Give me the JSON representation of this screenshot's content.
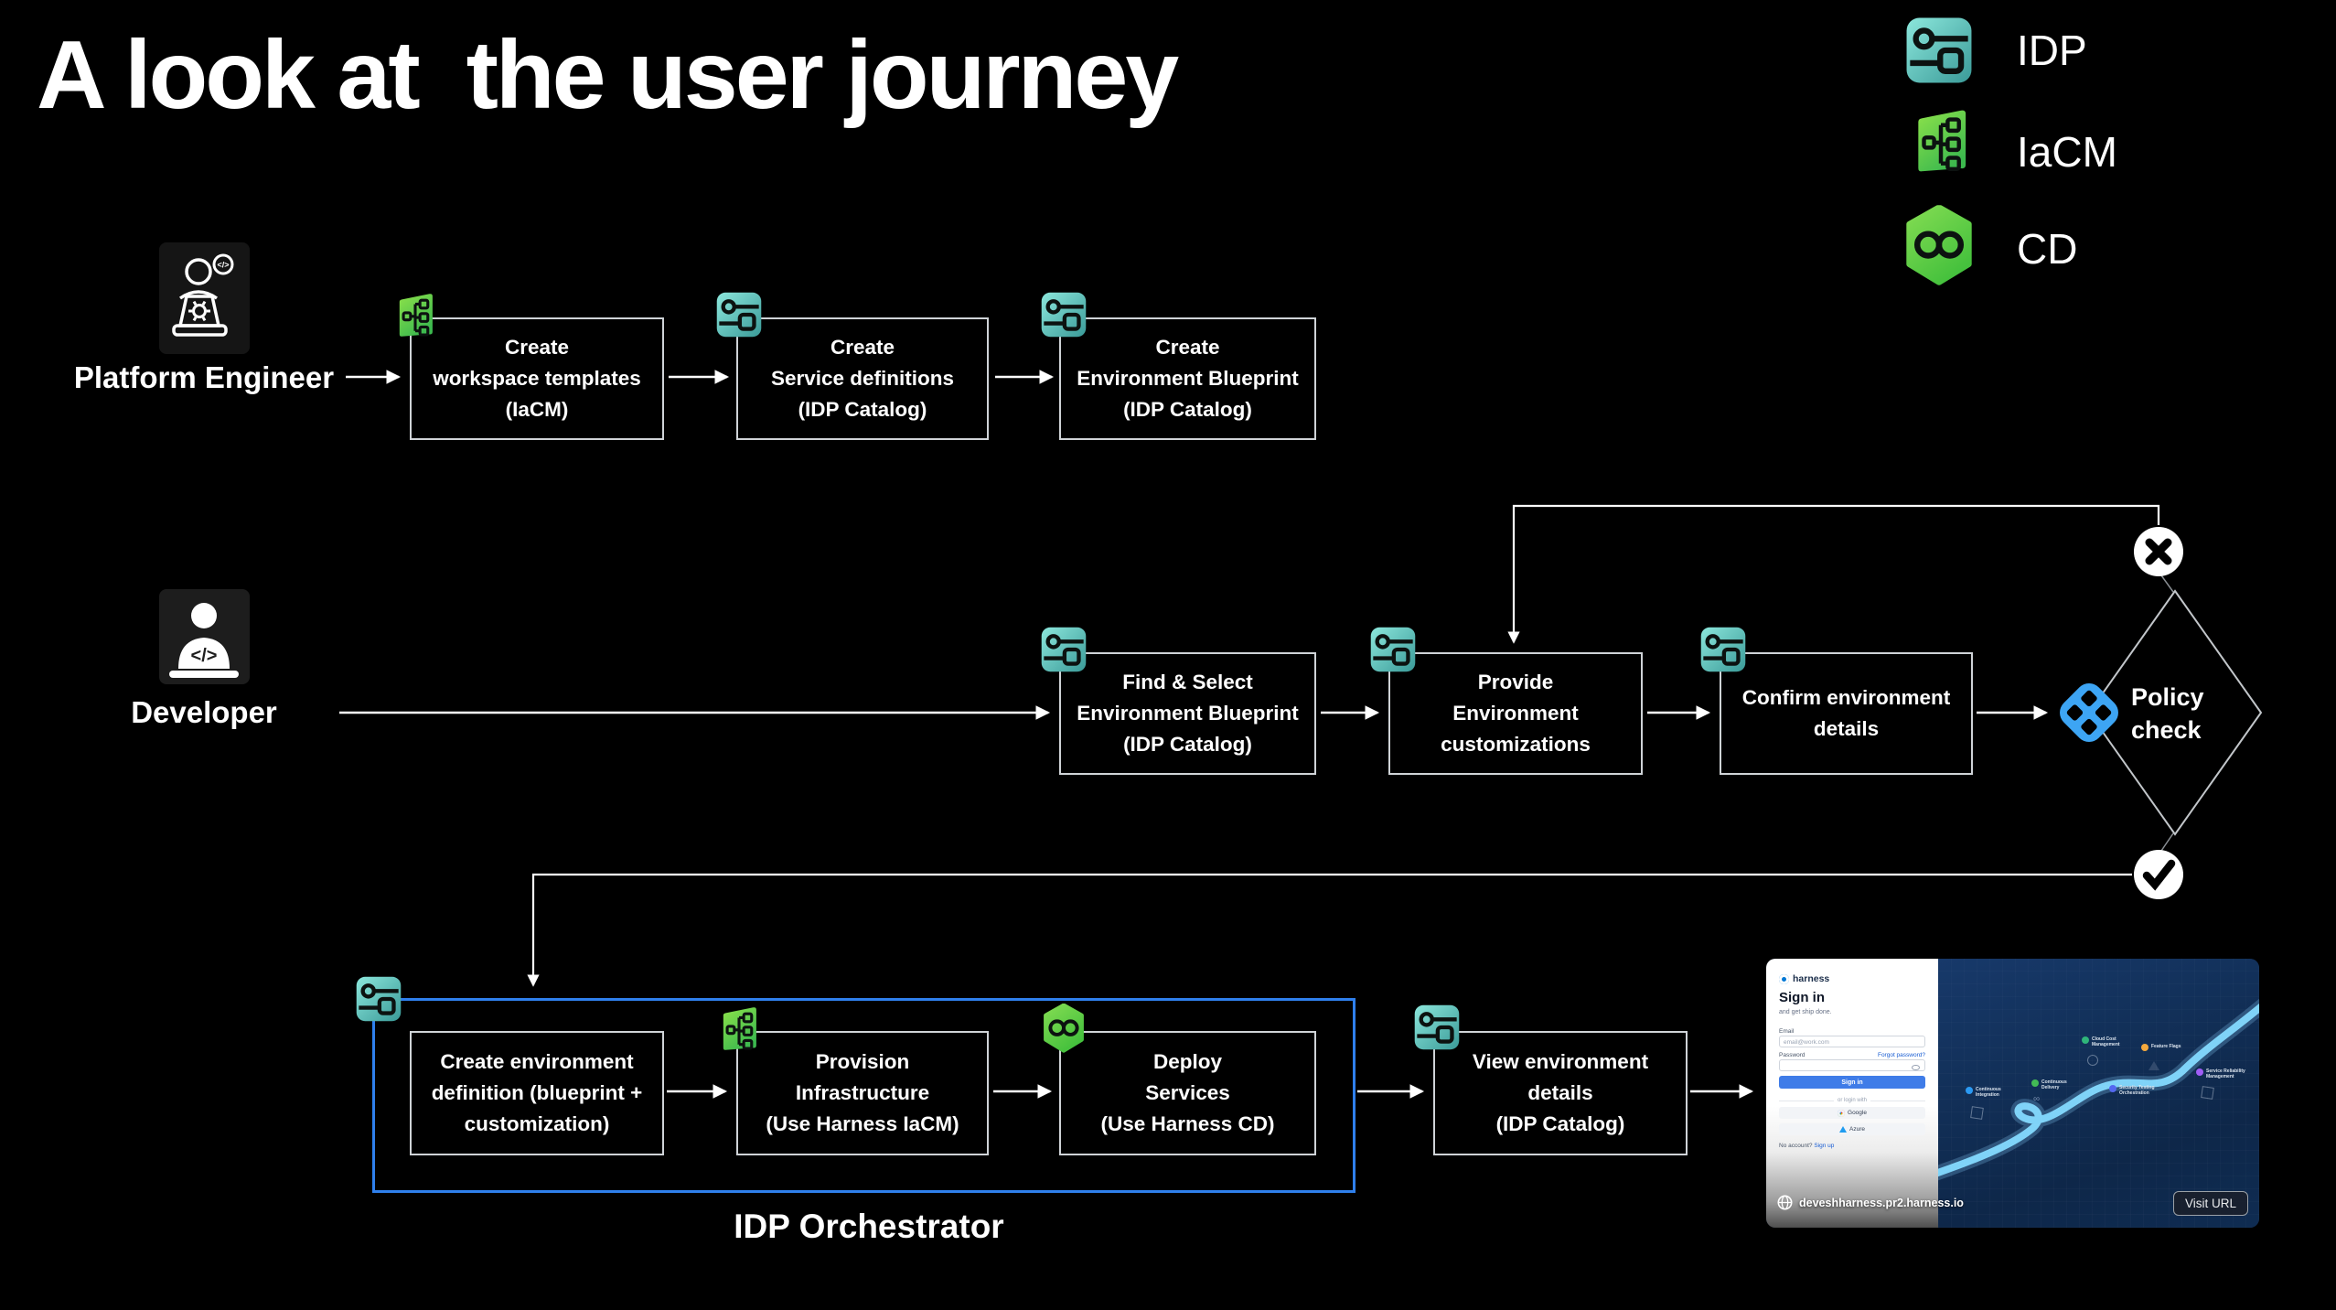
{
  "title": "A look at  the user journey",
  "legend": [
    {
      "id": "idp",
      "label": "IDP"
    },
    {
      "id": "iacm",
      "label": "IaCM"
    },
    {
      "id": "cd",
      "label": "CD"
    }
  ],
  "actors": {
    "platform_engineer": "Platform Engineer",
    "developer": "Developer"
  },
  "boxes": {
    "create_workspace_templates": "Create\nworkspace templates\n(IaCM)",
    "create_service_definitions": "Create\nService definitions\n(IDP Catalog)",
    "create_environment_blueprint": "Create\nEnvironment Blueprint\n(IDP Catalog)",
    "find_select_blueprint": "Find & Select\nEnvironment Blueprint\n(IDP Catalog)",
    "provide_customizations": "Provide\nEnvironment\ncustomizations",
    "confirm_details": "Confirm environment\ndetails",
    "create_env_definition": "Create environment\ndefinition (blueprint +\ncustomization)",
    "provision_infrastructure": "Provision\nInfrastructure\n(Use Harness IaCM)",
    "deploy_services": "Deploy\nServices\n(Use Harness CD)",
    "view_env_details": "View environment\ndetails\n(IDP Catalog)"
  },
  "decision": {
    "label": "Policy\ncheck"
  },
  "orchestrator_label": "IDP Orchestrator",
  "browser": {
    "logo": "harness",
    "signin_title": "Sign in",
    "signin_subtitle": "and get ship done.",
    "email_label": "Email",
    "email_placeholder": "email@work.com",
    "password_label": "Password",
    "forgot_password": "Forgot password?",
    "signin_button": "Sign in",
    "divider_label": "or login with",
    "google_button": "Google",
    "azure_button": "Azure",
    "no_account": "No account?",
    "signup_link": "Sign up",
    "url": "deveshharness.pr2.harness.io",
    "visit_button": "Visit URL",
    "badges": [
      {
        "label": "Continuous\nIntegration",
        "dot": "background:#2b9af3"
      },
      {
        "label": "Continuous\nDelivery",
        "dot": "background:#42ba55"
      },
      {
        "label": "Cloud Cost\nManagement",
        "dot": "background:#2fb57a"
      },
      {
        "label": "Feature Flags",
        "dot": "background:#f5a93d"
      },
      {
        "label": "Security Testing\nOrchestration",
        "dot": "background:#5468f0"
      },
      {
        "label": "Service Reliability\nManagement",
        "dot": "background:#a05df5"
      }
    ]
  },
  "colors": {
    "background": "#000000",
    "box_border": "#cfd3d7",
    "orchestrator_border": "#2f80ed",
    "policy_icon_blue": "#3da5f4",
    "idp_teal_light": "#8ce7dc",
    "idp_teal_dark": "#3a9a98",
    "iacm_green_light": "#8de24a",
    "iacm_green_dark": "#3cb94e",
    "cd_green_light": "#83dc52",
    "cd_green_dark": "#45c13d",
    "signin_button_blue": "#3f7ce8",
    "road_blue": "#7fd3f8"
  }
}
